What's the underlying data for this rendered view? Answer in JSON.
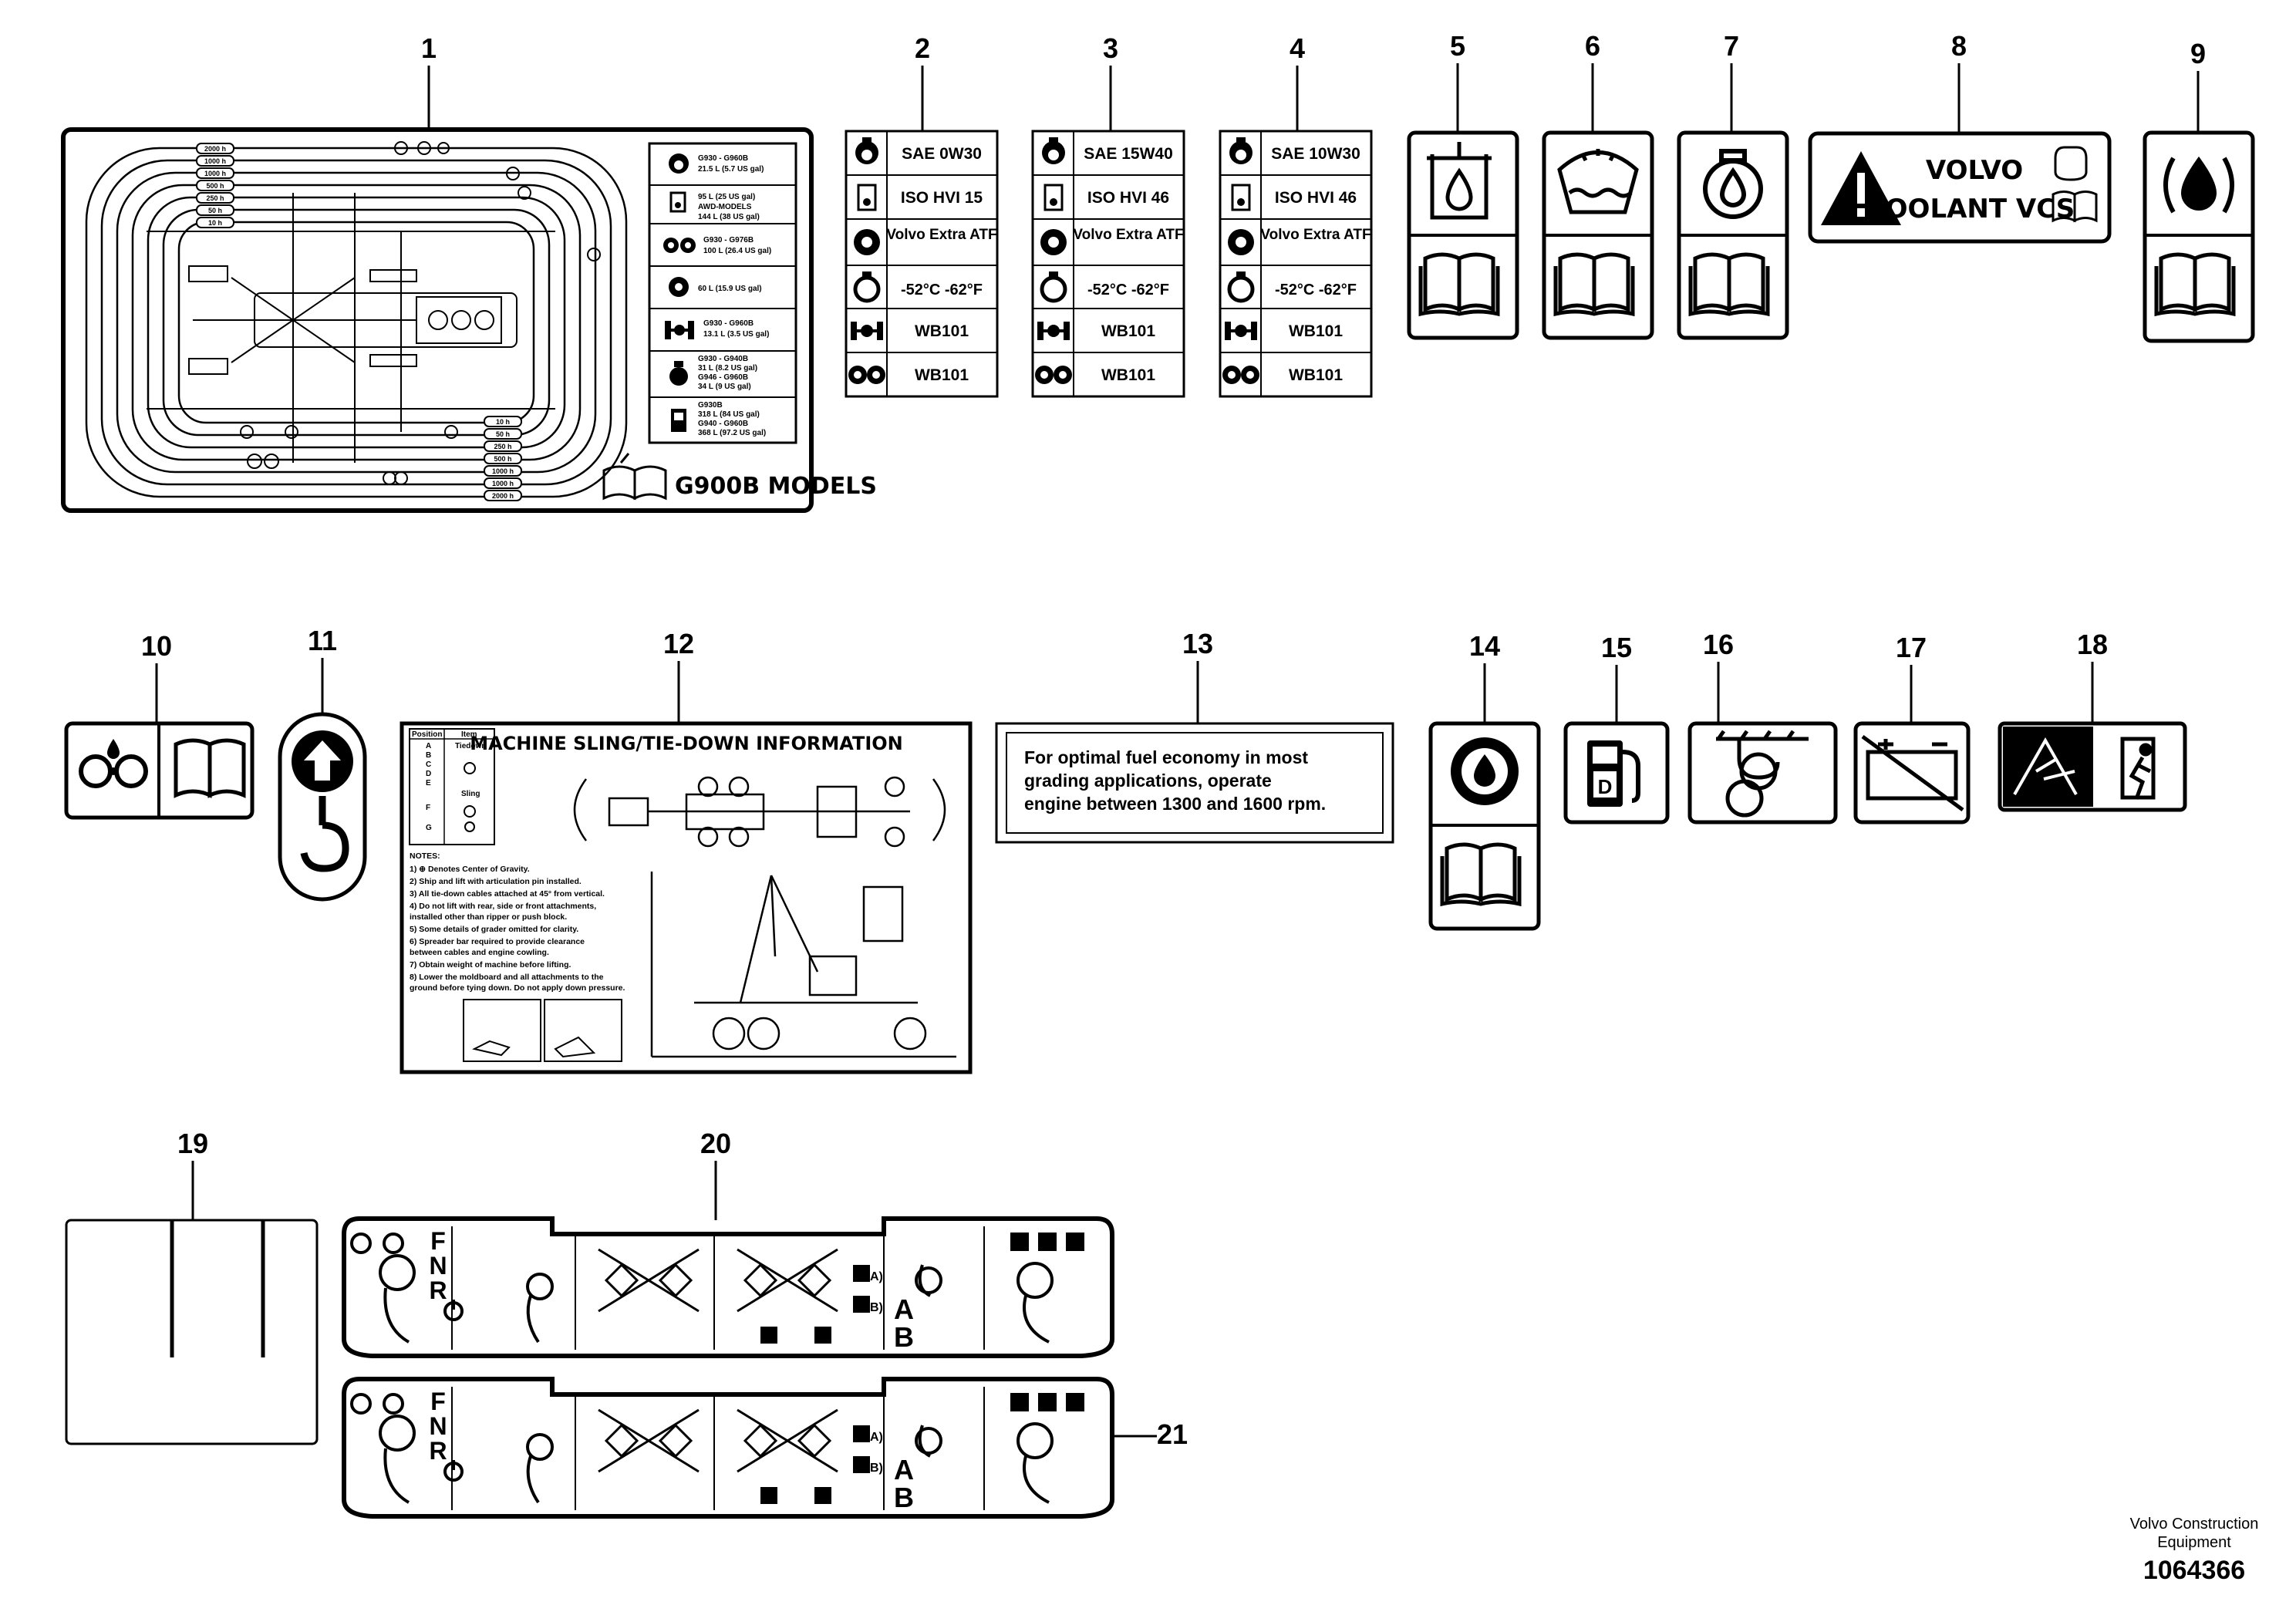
{
  "callouts": [
    "1",
    "2",
    "3",
    "4",
    "5",
    "6",
    "7",
    "8",
    "9",
    "10",
    "11",
    "12",
    "13",
    "14",
    "15",
    "16",
    "17",
    "18",
    "19",
    "20",
    "21"
  ],
  "decal1": {
    "title": "G900B MODELS",
    "intervals_top": [
      "2000 h",
      "1000 h",
      "1000 h",
      "500 h",
      "250 h",
      "50 h",
      "10 h"
    ],
    "intervals_bottom": [
      "10 h",
      "50 h",
      "250 h",
      "500 h",
      "1000 h",
      "1000 h",
      "2000 h"
    ],
    "legend": [
      {
        "icon": "engine-oil-icon",
        "text": [
          "G930 - G960B",
          "21.5 L (5.7 US gal)"
        ]
      },
      {
        "icon": "hydraulic-oil-icon",
        "text": [
          "95 L (25 US gal)",
          "AWD-MODELS",
          "144 L (38 US gal)"
        ]
      },
      {
        "icon": "transmission-icon",
        "text": [
          "G930 - G976B",
          "100 L (26.4 US gal)"
        ]
      },
      {
        "icon": "gear-oil-icon",
        "text": [
          "60 L (15.9 US gal)"
        ]
      },
      {
        "icon": "axle-icon",
        "text": [
          "G930 - G960B",
          "13.1 L (3.5 US gal)"
        ]
      },
      {
        "icon": "coolant-icon",
        "text": [
          "G930 - G940B",
          "31 L (8.2 US gal)",
          "G946 - G960B",
          "34 L (9 US gal)"
        ]
      },
      {
        "icon": "fuel-icon",
        "text": [
          "G930B",
          "318 L (84 US gal)",
          "G940 - G960B",
          "368 L (97.2 US gal)"
        ]
      }
    ]
  },
  "decal2": {
    "rows": [
      "SAE 0W30",
      "ISO HVI 15",
      "Volvo Extra ATF",
      "-52°C  -62°F",
      "WB101",
      "WB101"
    ]
  },
  "decal3": {
    "rows": [
      "SAE 15W40",
      "ISO HVI 46",
      "Volvo Extra ATF",
      "-52°C  -62°F",
      "WB101",
      "WB101"
    ]
  },
  "decal4": {
    "rows": [
      "SAE 10W30",
      "ISO HVI 46",
      "Volvo Extra ATF",
      "-52°C  -62°F",
      "WB101",
      "WB101"
    ]
  },
  "decal8": {
    "line1": "VOLVO",
    "line2": "COOLANT VCS"
  },
  "decal12": {
    "title": "MACHINE SLING/TIE-DOWN INFORMATION",
    "table_head": [
      "Position",
      "Item"
    ],
    "table_items": [
      "Tiedown",
      "Sling"
    ],
    "table_positions": [
      "A",
      "B",
      "C",
      "D",
      "E",
      "F",
      "G"
    ],
    "notes_title": "NOTES:",
    "notes": [
      "1) ⊕ Denotes Center of Gravity.",
      "2) Ship and lift with articulation pin installed.",
      "3) All tie-down cables attached at 45° from vertical.",
      "4) Do not lift with rear, side or front attachments,",
      "    installed other than ripper or push block.",
      "5) Some details of grader omitted for clarity.",
      "6) Spreader bar required to provide clearance",
      "    between cables and engine cowling.",
      "7) Obtain weight of machine before lifting.",
      "8) Lower the moldboard and all attachments to the",
      "    ground before tying down. Do not apply down pressure."
    ]
  },
  "decal13": {
    "lines": [
      "For optimal fuel economy in most",
      "grading applications, operate",
      "engine between 1300 and 1600 rpm."
    ]
  },
  "decal20": {
    "letters": [
      "F",
      "N",
      "R"
    ],
    "ab": [
      "A",
      "B"
    ],
    "side_a": "A)",
    "side_b": "B)"
  },
  "footer": {
    "company_line1": "Volvo Construction",
    "company_line2": "Equipment",
    "part_number": "1064366"
  }
}
